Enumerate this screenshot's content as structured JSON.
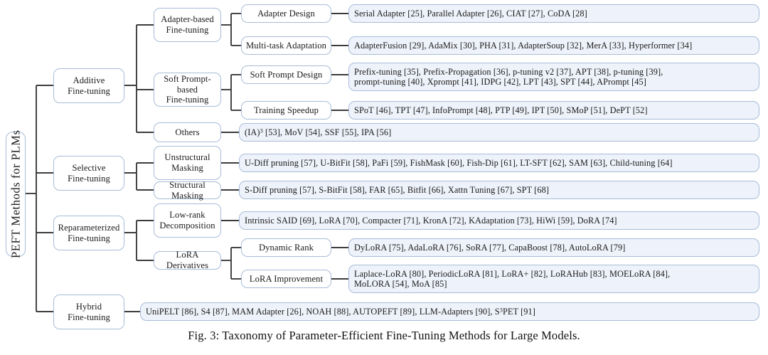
{
  "figure": {
    "caption": "Fig. 3: Taxonomy of Parameter-Efficient Fine-Tuning Methods for Large Models.",
    "colors": {
      "leaf_fill": "#eef2fa",
      "node_fill": "#ffffff",
      "node_border": "#a8bcd8",
      "connector": "#3c3c3c",
      "text": "#1a1a1a"
    }
  },
  "root": {
    "label": "PEFT Methods for PLMs"
  },
  "categories": [
    {
      "label": "Additive Fine-tuning",
      "line1": "Additive",
      "line2": "Fine-tuning",
      "children": [
        {
          "label": "Adapter-based Fine-tuning",
          "line1": "Adapter-based",
          "line2": "Fine-tuning",
          "children": [
            {
              "label": "Adapter Design",
              "methods": "Serial Adapter  [25], Parallel Adapter [26], CIAT [27], CoDA [28]"
            },
            {
              "label": "Multi-task Adaptation",
              "methods": "AdapterFusion [29], AdaMix [30], PHA [31], AdapterSoup [32], MerA [33], Hyperformer [34]"
            }
          ]
        },
        {
          "label": "Soft Prompt-based Fine-tuning",
          "line1": "Soft Prompt-based",
          "line2": "Fine-tuning",
          "children": [
            {
              "label": "Soft Prompt Design",
              "methods_line1": "Prefix-tuning [35], Prefix-Propagation [36], p-tuning v2 [37], APT [38], p-tuning [39],",
              "methods_line2": "prompt-tuning [40], Xprompt [41], IDPG [42], LPT [43], SPT [44], APrompt [45]"
            },
            {
              "label": "Training Speedup",
              "methods": "SPoT [46], TPT [47], InfoPrompt [48], PTP [49], IPT [50], SMoP [51], DePT [52]"
            }
          ]
        },
        {
          "label": "Others",
          "line1": "Others",
          "methods_html": "(IA)<sup>3</sup> [53], MoV [54], SSF [55], IPA [56]"
        }
      ]
    },
    {
      "label": "Selective Fine-tuning",
      "line1": "Selective",
      "line2": "Fine-tuning",
      "children": [
        {
          "label": "Unstructural Masking",
          "line1": "Unstructural",
          "line2": "Masking",
          "methods": "U-Diff pruning [57], U-BitFit [58], PaFi [59], FishMask [60], Fish-Dip [61], LT-SFT [62], SAM [63], Child-tuning [64]"
        },
        {
          "label": "Structural Masking",
          "line1": "Structural Masking",
          "methods": "S-Diff pruning [57], S-BitFit [58], FAR [65], Bitfit [66], Xattn Tuning [67], SPT [68]"
        }
      ]
    },
    {
      "label": "Reparameterized Fine-tuning",
      "line1": "Reparameterized",
      "line2": "Fine-tuning",
      "children": [
        {
          "label": "Low-rank Decomposition",
          "line1": "Low-rank",
          "line2": "Decomposition",
          "methods": "Intrinsic SAID [69], LoRA [70], Compacter [71], KronA [72], KAdaptation [73], HiWi [59], DoRA [74]"
        },
        {
          "label": "LoRA Derivatives",
          "line1": "LoRA Derivatives",
          "children": [
            {
              "label": "Dynamic Rank",
              "methods": "DyLoRA [75], AdaLoRA [76], SoRA [77], CapaBoost [78], AutoLoRA [79]"
            },
            {
              "label": "LoRA Improvement",
              "methods_line1": "Laplace-LoRA [80], PeriodicLoRA [81], LoRA+ [82],  LoRAHub [83], MOELoRA [84],",
              "methods_line2": "MoLORA [54], MoA [85]"
            }
          ]
        }
      ]
    },
    {
      "label": "Hybrid Fine-tuning",
      "line1": "Hybrid",
      "line2": "Fine-tuning",
      "methods_html": "UniPELT [86], S4 [87], MAM Adapter [26], NOAH [88], AUTOPEFT [89], LLM-Adapters [90], S<sup>3</sup>PET [91]"
    }
  ]
}
